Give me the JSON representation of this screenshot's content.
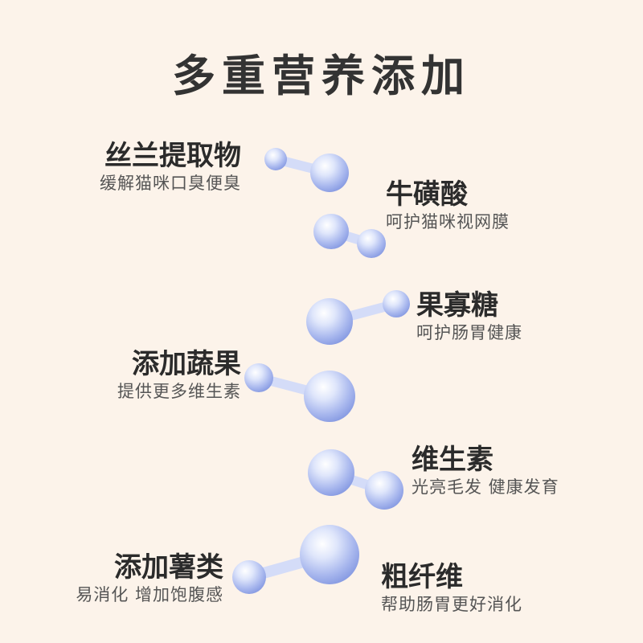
{
  "title": "多重营养添加",
  "labels": [
    {
      "name": "丝兰提取物",
      "desc": "缓解猫咪口臭便臭"
    },
    {
      "name": "牛磺酸",
      "desc": "呵护猫咪视网膜"
    },
    {
      "name": "果寡糖",
      "desc": "呵护肠胃健康"
    },
    {
      "name": "添加蔬果",
      "desc": "提供更多维生素"
    },
    {
      "name": "维生素",
      "desc": "光亮毛发 健康发育"
    },
    {
      "name": "添加薯类",
      "desc": "易消化 增加饱腹感"
    },
    {
      "name": "粗纤维",
      "desc": "帮助肠胃更好消化"
    }
  ],
  "colors": {
    "background": "#fcf3ea",
    "molecule": "#aab8ee",
    "title": "#333333",
    "text": "#2b2b2b"
  }
}
